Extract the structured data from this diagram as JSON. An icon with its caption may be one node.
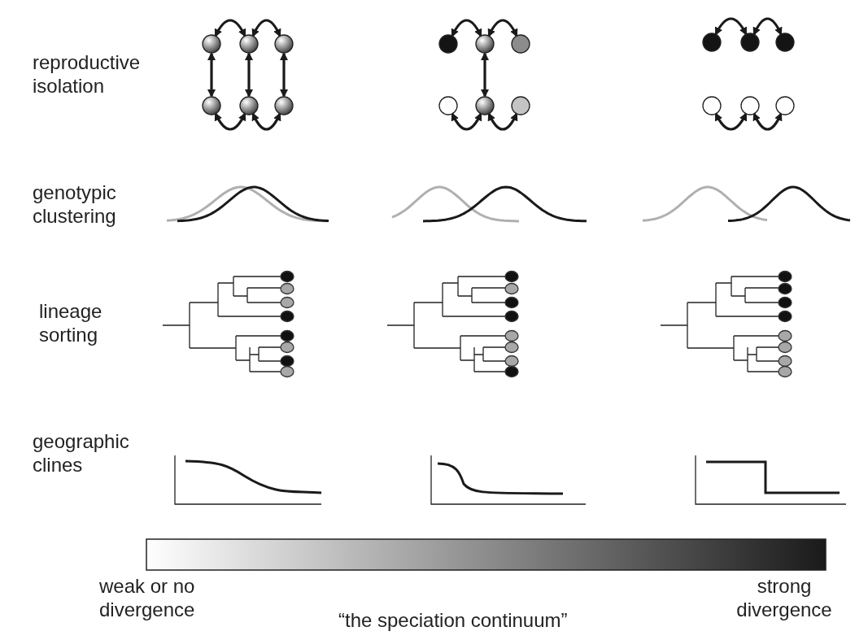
{
  "diagram": {
    "nodes": [
      {
        "text": [],
        "shape": "circle"
      },
      {
        "text": [],
        "shape": "circle"
      },
      {
        "text": [],
        "shape": "circle"
      },
      {
        "text": [],
        "shape": "circle"
      },
      {
        "text": [],
        "shape": "circle"
      },
      {
        "text": [],
        "shape": "circle"
      },
      {
        "text": [],
        "shape": "circle"
      },
      {
        "text": [],
        "shape": "circle"
      },
      {
        "text": [],
        "shape": "circle"
      },
      {
        "text": [],
        "shape": "circle"
      },
      {
        "text": [],
        "shape": "circle"
      },
      {
        "text": [],
        "shape": "circle"
      },
      {
        "text": [],
        "shape": "circle"
      },
      {
        "text": [],
        "shape": "circle"
      },
      {
        "text": [],
        "shape": "circle"
      },
      {
        "text": [],
        "shape": "circle"
      },
      {
        "text": [],
        "shape": "circle"
      },
      {
        "text": [],
        "shape": "circle"
      }
    ],
    "edges": [
      {
        "from": 0,
        "to": 1,
        "arrow": "both"
      },
      {
        "from": 1,
        "to": 2,
        "arrow": "both"
      },
      {
        "from": 0,
        "to": 3,
        "arrow": "both"
      },
      {
        "from": 1,
        "to": 4,
        "arrow": "both"
      },
      {
        "from": 2,
        "to": 5,
        "arrow": "both"
      },
      {
        "from": 3,
        "to": 4,
        "arrow": "both"
      },
      {
        "from": 4,
        "to": 5,
        "arrow": "both"
      },
      {
        "from": 6,
        "to": 7,
        "arrow": "both"
      },
      {
        "from": 7,
        "to": 8,
        "arrow": "both"
      },
      {
        "from": 7,
        "to": 10,
        "arrow": "both"
      },
      {
        "from": 9,
        "to": 10,
        "arrow": "both"
      },
      {
        "from": 10,
        "to": 11,
        "arrow": "both"
      },
      {
        "from": 12,
        "to": 13,
        "arrow": "both"
      },
      {
        "from": 13,
        "to": 14,
        "arrow": "both"
      },
      {
        "from": 15,
        "to": 16,
        "arrow": "both"
      },
      {
        "from": 16,
        "to": 17,
        "arrow": "both"
      }
    ],
    "labels": [
      "reproductive isolation",
      "genotypic clustering",
      "lineage sorting",
      "geographic clines",
      "weak or no divergence",
      "“the speciation continuum”",
      "strong divergence"
    ]
  }
}
